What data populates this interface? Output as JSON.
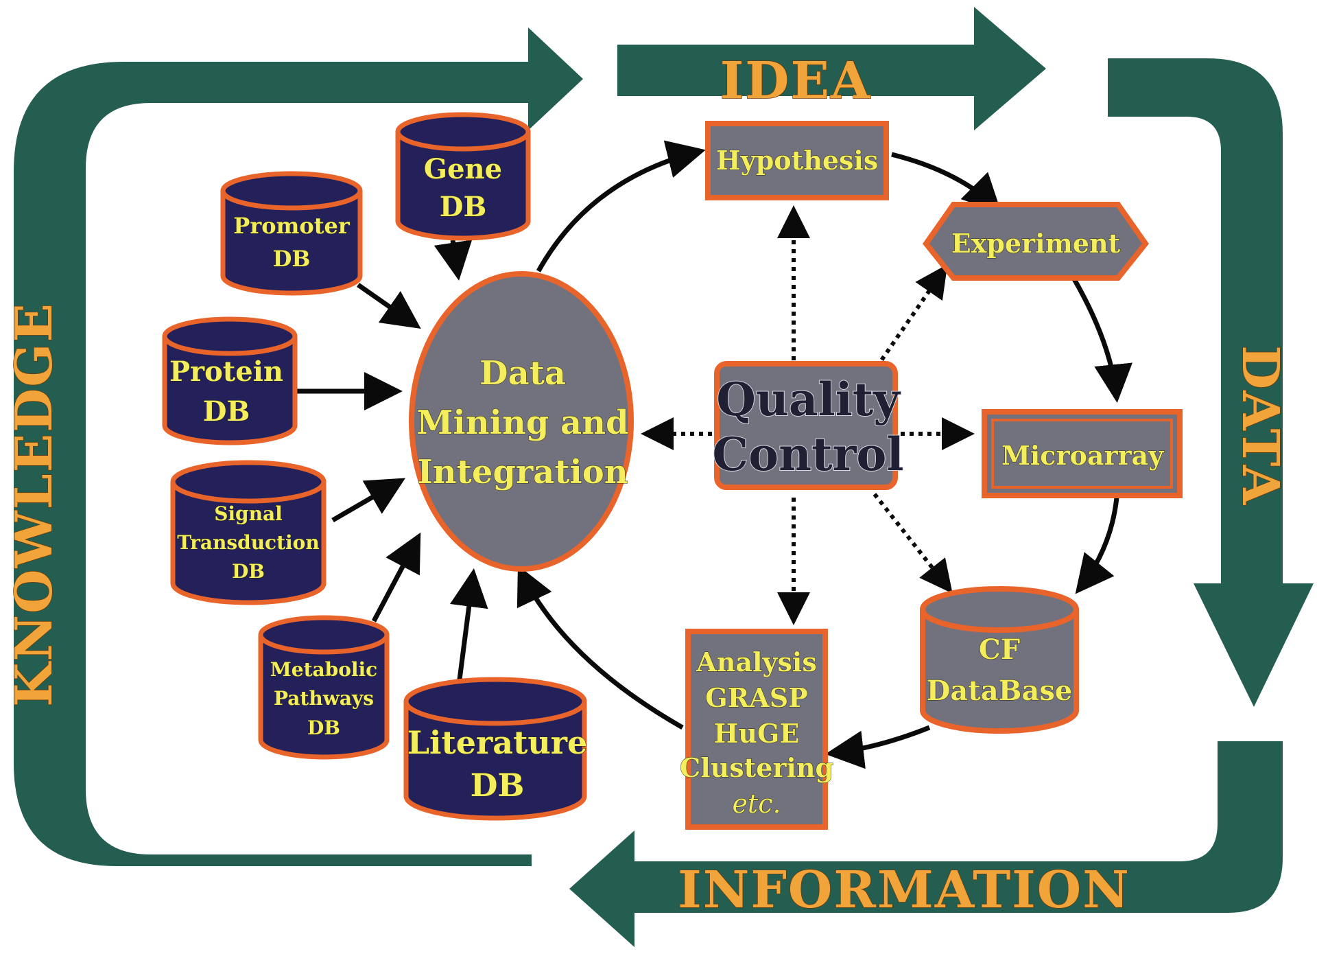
{
  "cycle": {
    "idea": "IDEA",
    "data": "DATA",
    "information": "INFORMATION",
    "knowledge": "KNOWLEDGE"
  },
  "databases": {
    "gene": [
      "Gene",
      "DB"
    ],
    "promoter": [
      "Promoter",
      "DB"
    ],
    "protein": [
      "Protein",
      "DB"
    ],
    "signal": [
      "Signal",
      "Transduction",
      "DB"
    ],
    "metabolic": [
      "Metabolic",
      "Pathways",
      "DB"
    ],
    "literature": [
      "Literature",
      "DB"
    ]
  },
  "central": [
    "Data",
    "Mining and",
    "Integration"
  ],
  "quality_control": [
    "Quality",
    "Control"
  ],
  "steps": {
    "hypothesis": "Hypothesis",
    "experiment": "Experiment",
    "microarray": "Microarray",
    "cf_database": [
      "CF",
      "DataBase"
    ],
    "analysis": [
      "Analysis",
      "GRASP",
      "HuGE",
      "Clustering",
      "etc."
    ]
  },
  "colors": {
    "cycle_arrow": "#245e50",
    "cycle_text": "#f0a43a",
    "db_fill": "#23205a",
    "node_border": "#e8642a",
    "node_grey": "#72727f",
    "node_text": "#f4ee5c"
  }
}
